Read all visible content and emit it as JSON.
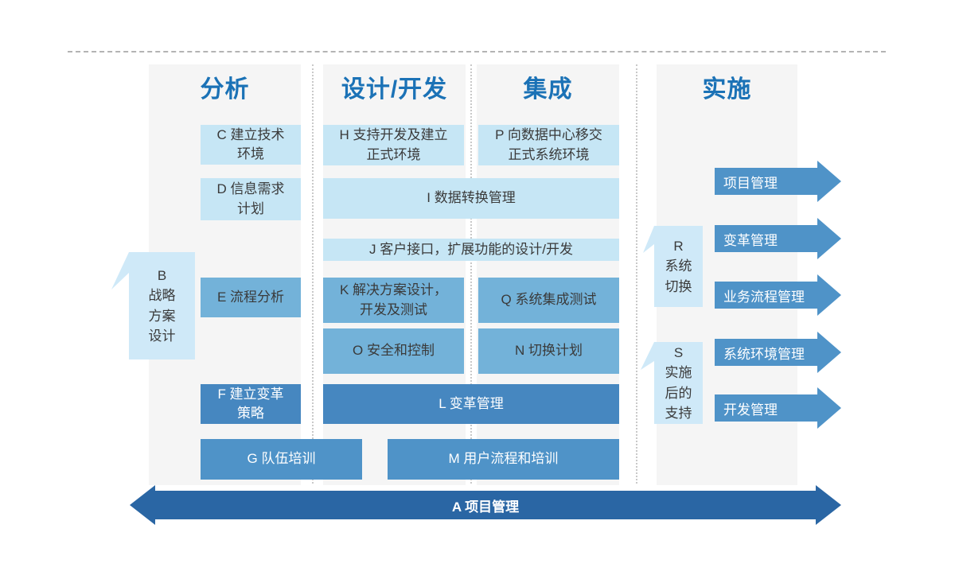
{
  "palette": {
    "header_blue": "#1b72b6",
    "light_blue": "#c6e6f5",
    "flag_blue": "#cfe9f8",
    "mid_blue": "#73b2d9",
    "strong_blue": "#4f93c8",
    "deep_blue": "#4687c0",
    "dark_blue": "#2a66a4",
    "panel_gray": "#f5f5f5",
    "dash_gray": "#b3b3b3",
    "dot_gray": "#c9c9c9",
    "text_dark": "#3a3a3a",
    "text_white": "#ffffff"
  },
  "phases": [
    {
      "title": "分析"
    },
    {
      "title": "设计/开发"
    },
    {
      "title": "集成"
    },
    {
      "title": "实施"
    }
  ],
  "tasks": {
    "c": {
      "label": "C 建立技术\n环境"
    },
    "d": {
      "label": "D 信息需求\n计划"
    },
    "e": {
      "label": "E 流程分析"
    },
    "f": {
      "label": "F 建立变革\n策略"
    },
    "g": {
      "label": "G 队伍培训"
    },
    "h": {
      "label": "H 支持开发及建立\n正式环境"
    },
    "i": {
      "label": "I 数据转换管理"
    },
    "j": {
      "label": "J 客户接口，扩展功能的设计/开发"
    },
    "k": {
      "label": "K 解决方案设计，\n开发及测试"
    },
    "l": {
      "label": "L 变革管理"
    },
    "m": {
      "label": "M 用户流程和培训"
    },
    "n": {
      "label": "N 切换计划"
    },
    "o": {
      "label": "O 安全和控制"
    },
    "p": {
      "label": "P 向数据中心移交\n正式系统环境"
    },
    "q": {
      "label": "Q 系统集成测试"
    }
  },
  "side_flags": {
    "b": {
      "label": "B\n战略\n方案\n设计"
    },
    "r": {
      "label": "R\n系统\n切换"
    },
    "s": {
      "label": "S\n实施\n后的\n支持"
    }
  },
  "management_arrows": [
    {
      "label": "项目管理"
    },
    {
      "label": "变革管理"
    },
    {
      "label": "业务流程管理"
    },
    {
      "label": "系统环境管理"
    },
    {
      "label": "开发管理"
    }
  ],
  "bottom_arrow": {
    "label": "A 项目管理"
  }
}
